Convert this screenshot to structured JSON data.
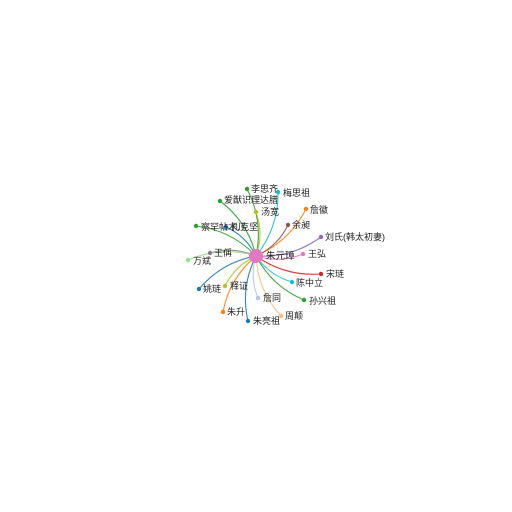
{
  "graph": {
    "hub": {
      "id": "hub",
      "label": "朱元璋",
      "color": "#e377c2"
    },
    "nodes": [
      {
        "id": "n1",
        "label": "李思齐",
        "color": "#2ca02c"
      },
      {
        "id": "n2",
        "label": "梅思祖",
        "color": "#17becf"
      },
      {
        "id": "n3",
        "label": "爱猷识理达腊",
        "color": "#2ca02c"
      },
      {
        "id": "n4",
        "label": "詹徽",
        "color": "#ff7f0e"
      },
      {
        "id": "n5",
        "label": "汤宽",
        "color": "#bcbd22"
      },
      {
        "id": "n6",
        "label": "余昶",
        "color": "#8c564b"
      },
      {
        "id": "n7",
        "label": "察罕帖木儿",
        "color": "#2ca02c"
      },
      {
        "id": "n8",
        "label": "孔克坚",
        "color": "#1f77b4"
      },
      {
        "id": "n9",
        "label": "刘氏(韩太初妻)",
        "color": "#9467bd"
      },
      {
        "id": "n10",
        "label": "王弘",
        "color": "#e377c2"
      },
      {
        "id": "n11",
        "label": "王偁",
        "color": "#7f7f7f"
      },
      {
        "id": "n12",
        "label": "万斌",
        "color": "#98df8a"
      },
      {
        "id": "n13",
        "label": "宋琏",
        "color": "#d62728"
      },
      {
        "id": "n14",
        "label": "陈中立",
        "color": "#17becf"
      },
      {
        "id": "n15",
        "label": "释证",
        "color": "#bcbd22"
      },
      {
        "id": "n16",
        "label": "姚琏",
        "color": "#1f77b4"
      },
      {
        "id": "n17",
        "label": "詹同",
        "color": "#aec7e8"
      },
      {
        "id": "n18",
        "label": "孙兴祖",
        "color": "#2ca02c"
      },
      {
        "id": "n19",
        "label": "朱升",
        "color": "#ff7f0e"
      },
      {
        "id": "n20",
        "label": "周颠",
        "color": "#ffbb78"
      },
      {
        "id": "n21",
        "label": "朱亮祖",
        "color": "#1f77b4"
      }
    ]
  }
}
